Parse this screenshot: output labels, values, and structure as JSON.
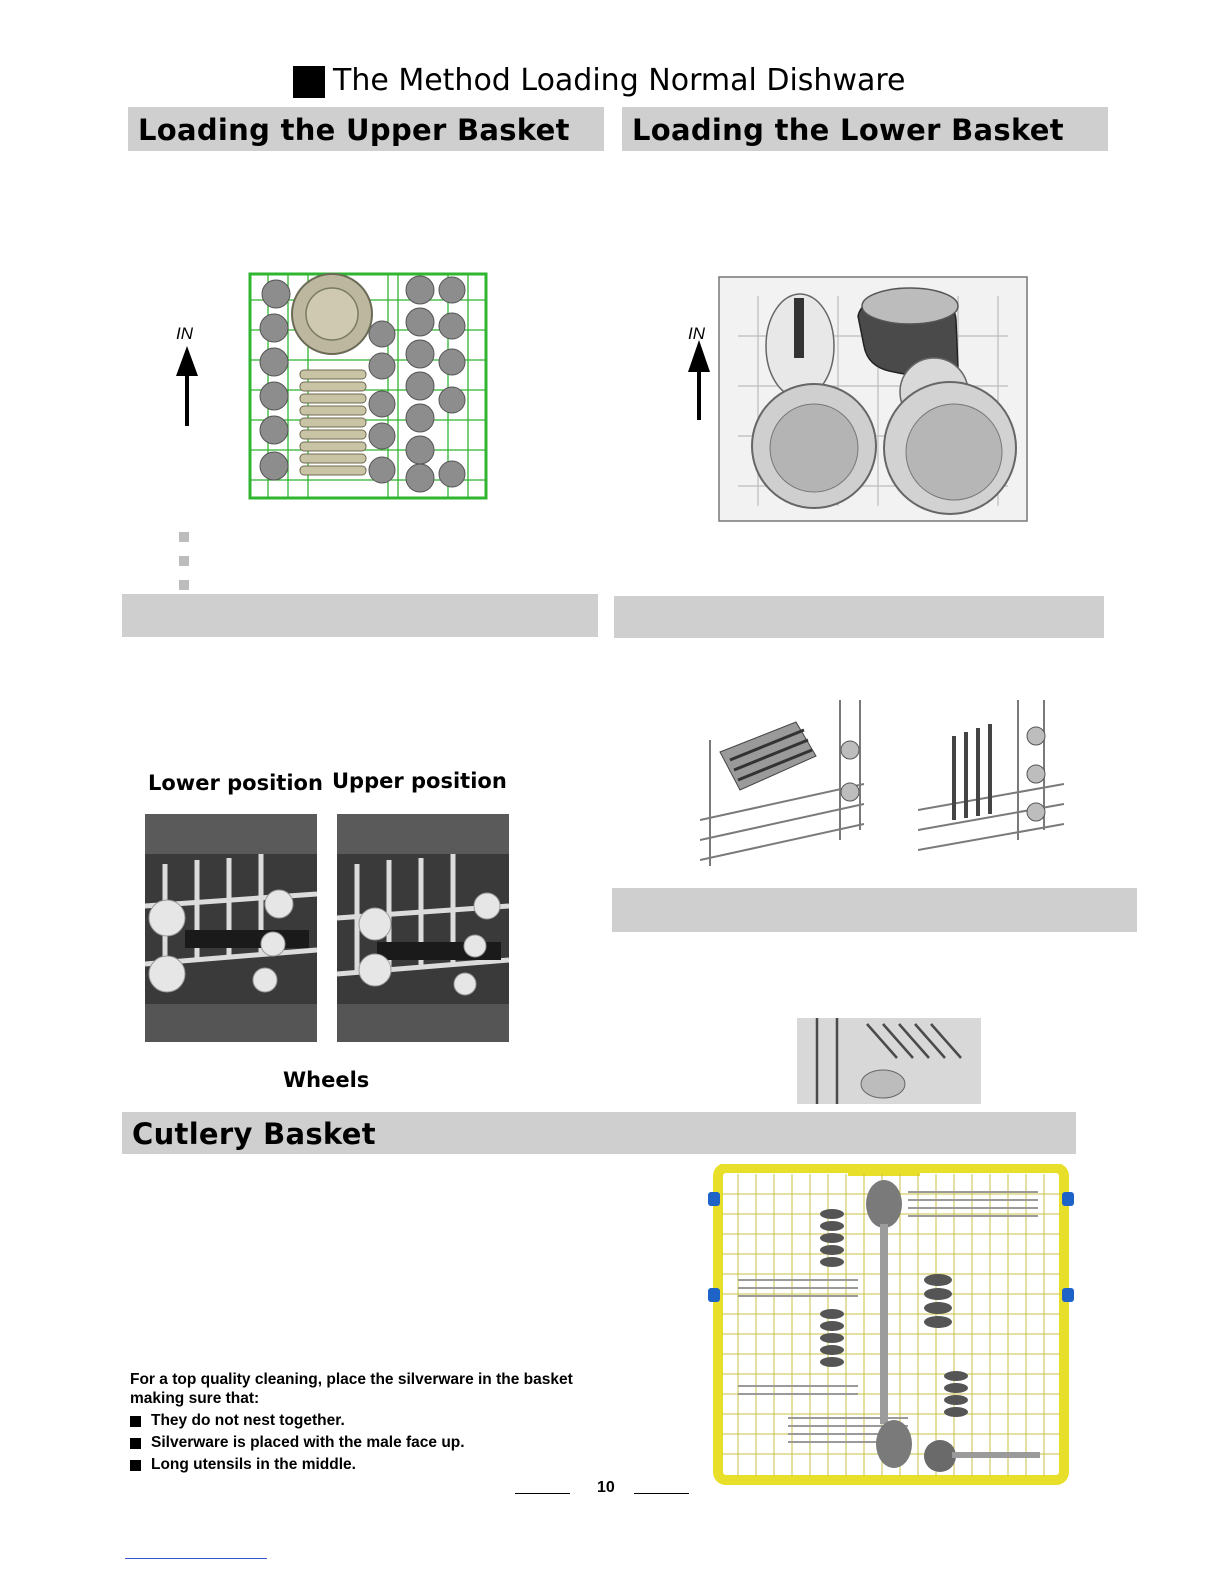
{
  "header": {
    "title": "The Method Loading Normal Dishware"
  },
  "upper_basket": {
    "title": "Loading the Upper Basket",
    "arrow_label": "IN"
  },
  "lower_basket": {
    "title": "Loading the Lower Basket",
    "arrow_label": "IN"
  },
  "height_adjust": {
    "lower_label": "Lower position",
    "upper_label": "Upper position",
    "caption": "Wheels"
  },
  "cutlery": {
    "title": "Cutlery Basket",
    "intro": "For a  top quality cleaning, place the silverware in the basket making sure that:",
    "items": [
      "They do not nest together.",
      "Silverware is placed  with the male face up.",
      "Long utensils in the middle."
    ]
  },
  "footer": {
    "page_number": "10"
  },
  "colors": {
    "section_bar": "#cfcfcf",
    "upper_rack": "#2fb52f",
    "cutlery_frame": "#e8df2a"
  }
}
